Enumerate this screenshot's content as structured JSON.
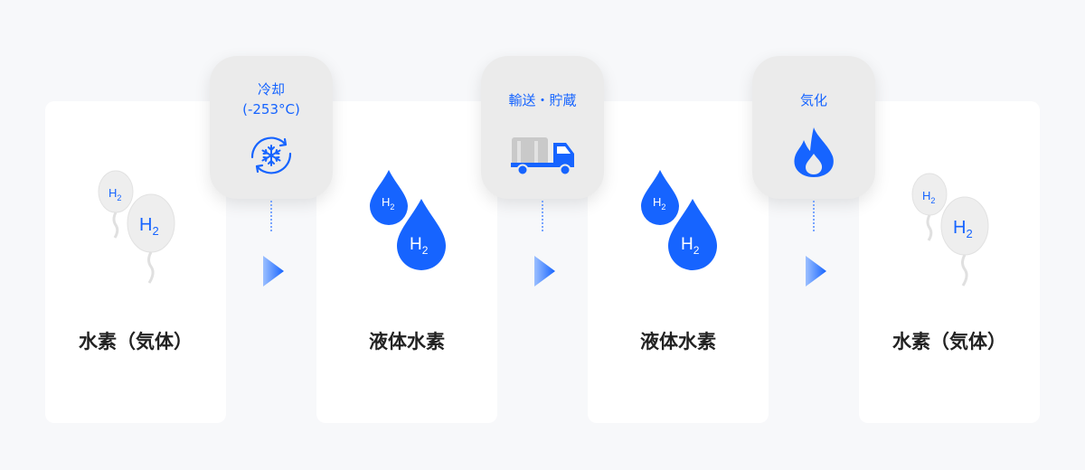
{
  "stages": [
    {
      "label": "水素（気体）",
      "art": "balloon-icon"
    },
    {
      "label": "液体水素",
      "art": "droplet-icon"
    },
    {
      "label": "液体水素",
      "art": "droplet-icon"
    },
    {
      "label": "水素（気体）",
      "art": "balloon-icon"
    }
  ],
  "processes": [
    {
      "line1": "冷却",
      "line2": "(-253°C)",
      "icon": "snowflake-cycle-icon"
    },
    {
      "line1": "輸送・貯蔵",
      "line2": "",
      "icon": "truck-icon"
    },
    {
      "line1": "気化",
      "line2": "",
      "icon": "flame-icon"
    }
  ],
  "formula": {
    "base": "H",
    "sub": "2"
  },
  "colors": {
    "accent": "#1664ff",
    "balloon": "#eeeeee",
    "card": "#ffffff",
    "bubble": "#ebebeb"
  }
}
